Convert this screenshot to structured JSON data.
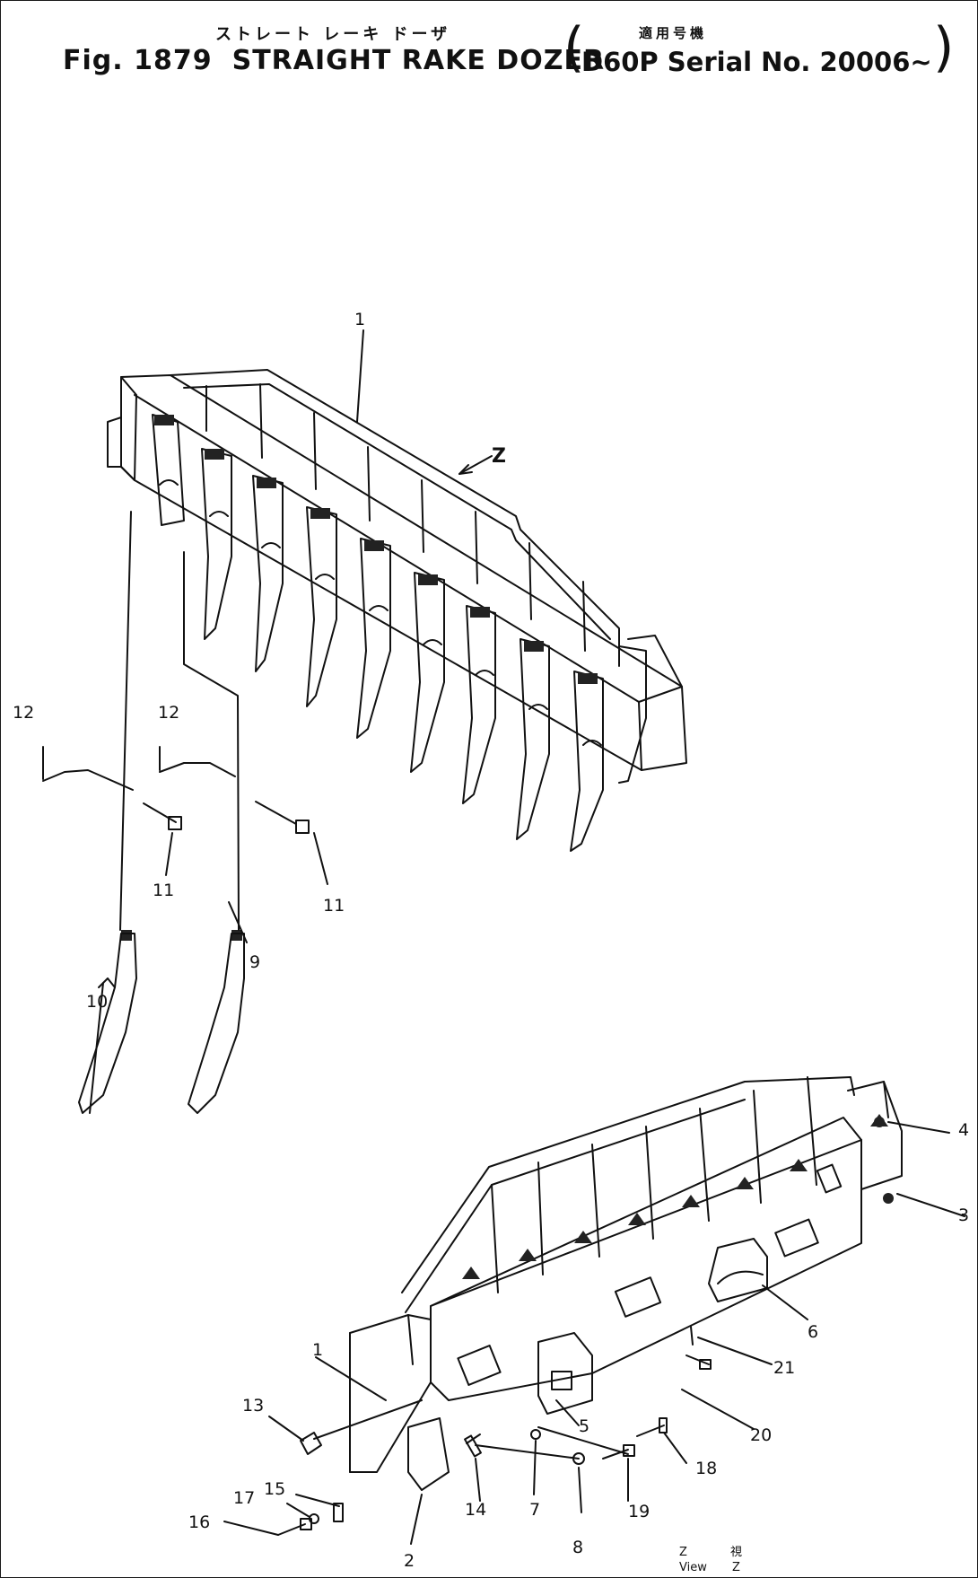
{
  "title": {
    "jp_name": "ストレート レーキ ドーザ",
    "jp_applicable": "適用号機",
    "fig": "Fig. 1879",
    "name": "STRAIGHT RAKE DOZER",
    "serial": "D60P Serial No. 20006~"
  },
  "callouts": [
    {
      "id": "c1-top",
      "text": "1"
    },
    {
      "id": "c12-left",
      "text": "12"
    },
    {
      "id": "c12-mid",
      "text": "12"
    },
    {
      "id": "c11-left",
      "text": "11"
    },
    {
      "id": "c11-right",
      "text": "11"
    },
    {
      "id": "c9",
      "text": "9"
    },
    {
      "id": "c10",
      "text": "10"
    },
    {
      "id": "c4",
      "text": "4"
    },
    {
      "id": "c3",
      "text": "3"
    },
    {
      "id": "c6",
      "text": "6"
    },
    {
      "id": "c21",
      "text": "21"
    },
    {
      "id": "c1-bottom",
      "text": "1"
    },
    {
      "id": "c20",
      "text": "20"
    },
    {
      "id": "c5",
      "text": "5"
    },
    {
      "id": "c13",
      "text": "13"
    },
    {
      "id": "c18",
      "text": "18"
    },
    {
      "id": "c15",
      "text": "15"
    },
    {
      "id": "c7",
      "text": "7"
    },
    {
      "id": "c19",
      "text": "19"
    },
    {
      "id": "c17",
      "text": "17"
    },
    {
      "id": "c14",
      "text": "14"
    },
    {
      "id": "c8",
      "text": "8"
    },
    {
      "id": "c16",
      "text": "16"
    },
    {
      "id": "c2",
      "text": "2"
    }
  ],
  "view_marker": {
    "arrow_label": "Z",
    "caption_top": "Z",
    "caption_bottom": "View",
    "caption_jp": "視",
    "caption_z": "Z"
  }
}
